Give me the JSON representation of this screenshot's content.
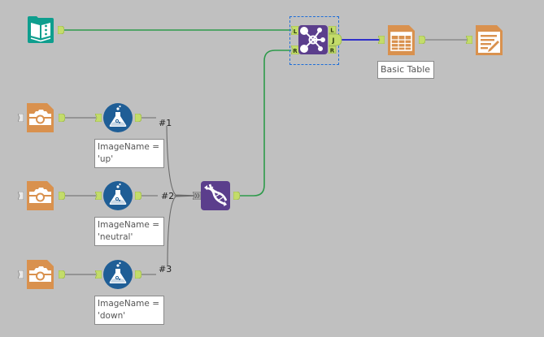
{
  "colors": {
    "canvas_bg": "#c0c0c0",
    "teal_input": "#0e9e8e",
    "orange_tool": "#d9914e",
    "blue_filter": "#1f5e96",
    "purple_tool": "#5b3e8c",
    "anchor_green": "#c3dc6a",
    "wire_green": "#2d9a4a",
    "wire_blue": "#1c1ccc",
    "wire_gray": "#8a8a8a"
  },
  "tools": [
    {
      "id": "text-input",
      "icon": "book-icon",
      "category": "input"
    },
    {
      "id": "join",
      "icon": "join-network-icon",
      "category": "join",
      "anchors_in": [
        "L",
        "R"
      ],
      "anchors_out": [
        "L",
        "J",
        "R"
      ],
      "selected": true
    },
    {
      "id": "basic-table",
      "icon": "table-icon",
      "category": "reporting",
      "annotation": "Basic Table"
    },
    {
      "id": "render",
      "icon": "report-render-icon",
      "category": "reporting"
    },
    {
      "id": "image-input-1",
      "icon": "camera-icon",
      "category": "reporting"
    },
    {
      "id": "filter-1",
      "icon": "flask-icon",
      "category": "preparation",
      "annotation": [
        "ImageName =",
        "'up'"
      ]
    },
    {
      "id": "image-input-2",
      "icon": "camera-icon",
      "category": "reporting"
    },
    {
      "id": "filter-2",
      "icon": "flask-icon",
      "category": "preparation",
      "annotation": [
        "ImageName =",
        "'neutral'"
      ]
    },
    {
      "id": "image-input-3",
      "icon": "camera-icon",
      "category": "reporting"
    },
    {
      "id": "filter-3",
      "icon": "flask-icon",
      "category": "preparation",
      "annotation": [
        "ImageName =",
        "'down'"
      ]
    },
    {
      "id": "union",
      "icon": "dna-icon",
      "category": "transform"
    }
  ],
  "annotations": {
    "basic_table": "Basic Table",
    "filter_1": {
      "line1": "ImageName =",
      "line2": "'up'"
    },
    "filter_2": {
      "line1": "ImageName =",
      "line2": "'neutral'"
    },
    "filter_3": {
      "line1": "ImageName =",
      "line2": "'down'"
    }
  },
  "connection_labels": {
    "c1": "#1",
    "c2": "#2",
    "c3": "#3"
  },
  "anchor_labels": {
    "left": "L",
    "right": "R",
    "join": "J"
  }
}
